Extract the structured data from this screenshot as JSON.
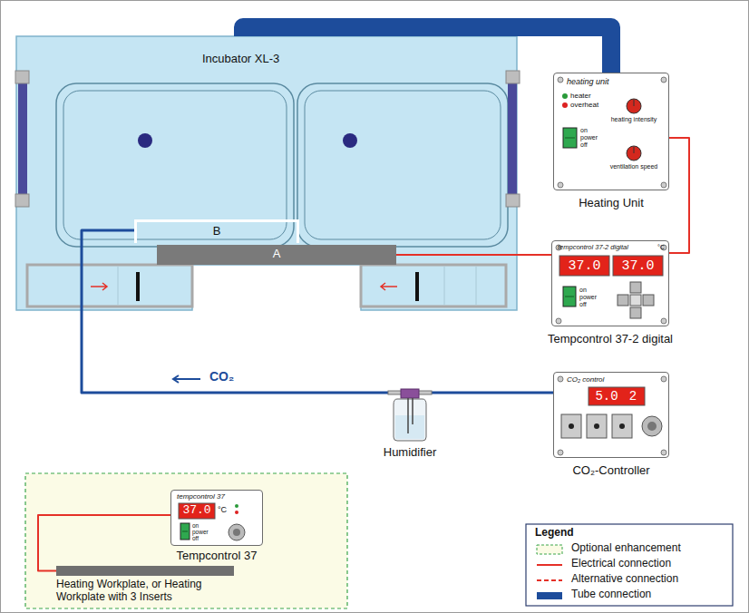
{
  "diagram": {
    "nodes": [
      {
        "text": [
          "Incubator XL-3"
        ]
      },
      {
        "text": [
          "B"
        ],
        "in": 0
      },
      {
        "text": [
          "A"
        ],
        "in": 0
      },
      {
        "text": [
          "heating unit",
          "heater",
          "overheat",
          "heating intensity",
          "ventilation speed",
          "on",
          "power",
          "off",
          "Heating Unit"
        ]
      },
      {
        "text": [
          "tempcontrol 37-2 digital",
          "°C",
          "37.0",
          "37.0",
          "on",
          "power",
          "off",
          "Tempcontrol 37-2 digital"
        ]
      },
      {
        "text": [
          "CO₂ control",
          "5.0",
          "2",
          "CO₂-Controller"
        ]
      },
      {
        "text": [
          "Humidifier"
        ]
      },
      {
        "text": [
          "tempcontrol 37",
          "37.0",
          "°C",
          "on",
          "power",
          "off",
          "Tempcontrol 37"
        ]
      },
      {
        "text": [
          "Heating Workplate, or Heating Workplate with 3 Inserts"
        ]
      }
    ],
    "edges": [
      {
        "from": 0,
        "to": 3,
        "arrow": "none"
      },
      {
        "from": 3,
        "to": 4,
        "arrow": "none"
      },
      {
        "from": 4,
        "to": 2,
        "arrow": "none"
      },
      {
        "from": 5,
        "to": 6,
        "arrow": "none"
      },
      {
        "from": 6,
        "to": 1,
        "arrow": "none",
        "label": "CO₂"
      },
      {
        "from": 7,
        "to": 8,
        "arrow": "none"
      }
    ],
    "labels": [
      "Legend"
    ],
    "legend": [
      {
        "text": "Optional enhancement"
      },
      {
        "text": "Electrical connection"
      },
      {
        "text": "Alternative connection"
      },
      {
        "text": "Tube connection"
      }
    ]
  }
}
